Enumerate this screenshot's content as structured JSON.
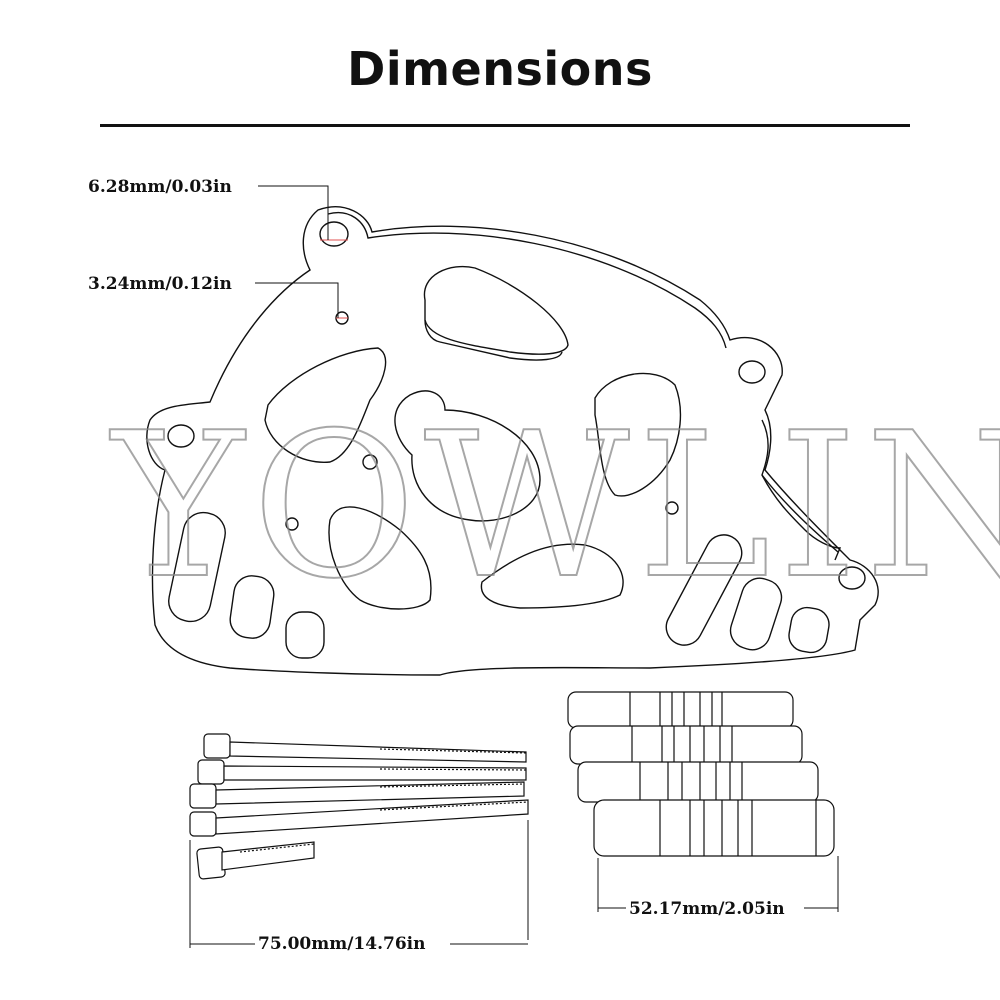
{
  "title": "Dimensions",
  "watermark": "YOWLING",
  "dimensions": {
    "large_hole": "6.28mm/0.03in",
    "small_hole": "3.24mm/0.12in",
    "bolt_length": "75.00mm/14.76in",
    "spacer_length": "52.17mm/2.05in"
  },
  "colors": {
    "line": "#111111",
    "hole_marker": "#e05050",
    "watermark": "#8a8a8a"
  }
}
